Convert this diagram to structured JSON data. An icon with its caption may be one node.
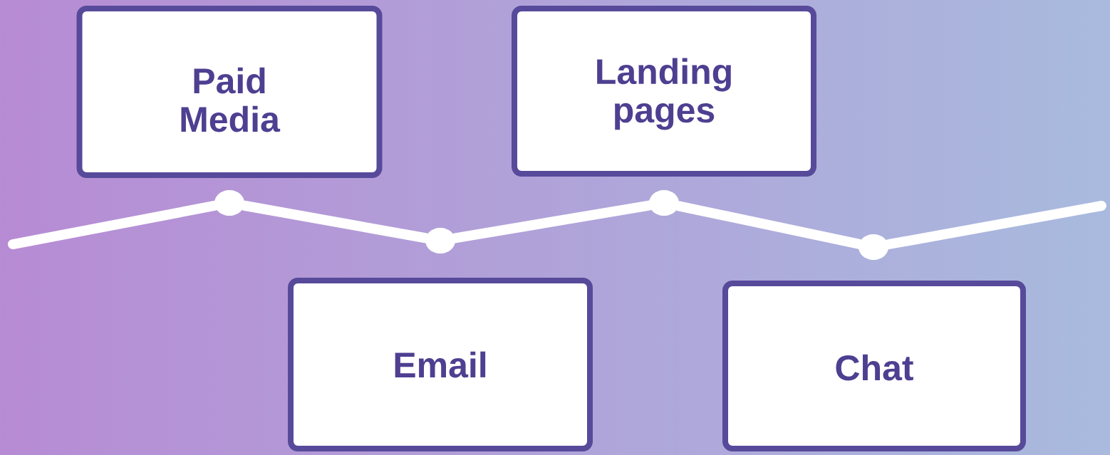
{
  "diagram": {
    "nodes": [
      {
        "text": [
          "Paid Media"
        ]
      },
      {
        "text": [
          "Landing pages"
        ]
      },
      {
        "text": [
          "Email"
        ]
      },
      {
        "text": [
          "Chat"
        ]
      },
      {
        "text": [],
        "shape": "circle"
      },
      {
        "text": [],
        "shape": "circle"
      },
      {
        "text": [],
        "shape": "circle"
      },
      {
        "text": [],
        "shape": "circle"
      }
    ],
    "edges": [
      {
        "from": null,
        "to": 4,
        "arrow": "none"
      },
      {
        "from": 4,
        "to": 5,
        "arrow": "none"
      },
      {
        "from": 5,
        "to": 6,
        "arrow": "none"
      },
      {
        "from": 6,
        "to": 7,
        "arrow": "none"
      },
      {
        "from": 7,
        "to": null,
        "arrow": "none"
      }
    ]
  }
}
